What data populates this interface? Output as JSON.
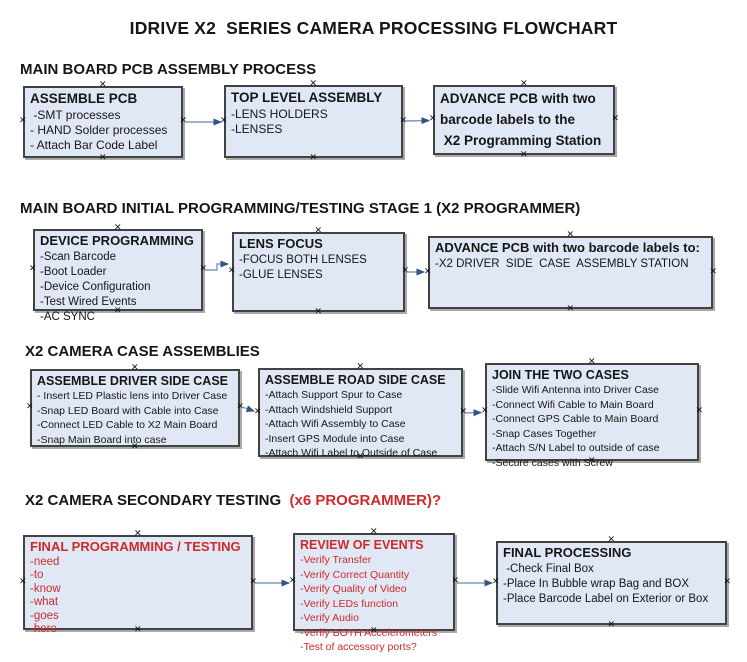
{
  "title": "IDRIVE X2  SERIES CAMERA PROCESSING FLOWCHART",
  "icons": {
    "handle": "✕"
  },
  "colors": {
    "box_fill": "#dfe8f4",
    "box_border": "#424242",
    "arrow_line": "#7e9ac0",
    "arrow_head": "#2f5580",
    "red": "#cf2a2a",
    "text": "#161616"
  },
  "sections": [
    {
      "heading": "MAIN BOARD PCB ASSEMBLY PROCESS",
      "heading_suffix": "",
      "boxes": [
        {
          "header": "ASSEMBLE PCB",
          "items": [
            " -SMT processes",
            "- HAND Solder processes",
            "- Attach Bar Code Label"
          ]
        },
        {
          "header": "TOP LEVEL ASSEMBLY",
          "items": [
            "-LENS HOLDERS",
            "-LENSES"
          ]
        },
        {
          "header": "ADVANCE PCB with two\nbarcode labels to the\n X2 Programming Station",
          "items": []
        }
      ]
    },
    {
      "heading": "MAIN BOARD INITIAL PROGRAMMING/TESTING STAGE 1 (X2 PROGRAMMER)",
      "heading_suffix": "",
      "boxes": [
        {
          "header": "DEVICE PROGRAMMING",
          "items": [
            "-Scan Barcode",
            "-Boot Loader",
            "-Device Configuration",
            "-Test Wired Events",
            "-AC SYNC"
          ]
        },
        {
          "header": "LENS FOCUS",
          "items": [
            "-FOCUS BOTH LENSES",
            "-GLUE LENSES"
          ]
        },
        {
          "header": "ADVANCE PCB with two barcode labels to:",
          "items": [
            "-X2 DRIVER  SIDE  CASE  ASSEMBLY STATION"
          ]
        }
      ]
    },
    {
      "heading": "X2 CAMERA CASE ASSEMBLIES",
      "heading_suffix": "",
      "boxes": [
        {
          "header": "ASSEMBLE DRIVER SIDE CASE",
          "items": [
            "- Insert LED Plastic lens into Driver Case",
            "-Snap LED Board with Cable into Case",
            "-Connect LED Cable to X2 Main Board",
            "-Snap Main Board into case"
          ]
        },
        {
          "header": "ASSEMBLE ROAD SIDE CASE",
          "items": [
            "-Attach Support Spur to Case",
            "-Attach Windshield Support",
            "-Attach Wifi Assembly to Case",
            "-Insert GPS Module into Case",
            "-Attach Wifi Label to Outside of Case"
          ]
        },
        {
          "header": "JOIN THE TWO CASES",
          "items": [
            "-Slide Wifi Antenna into Driver Case",
            "-Connect Wifi Cable to Main Board",
            "-Connect GPS Cable to Main Board",
            "-Snap Cases Together",
            "-Attach S/N Label to outside of case",
            "-Secure cases with Screw"
          ]
        }
      ]
    },
    {
      "heading": "X2 CAMERA SECONDARY TESTING  ",
      "heading_suffix": "(x6 PROGRAMMER)?",
      "boxes": [
        {
          "header": "FINAL PROGRAMMING / TESTING",
          "items": [
            "-need",
            "-to",
            "-know",
            "-what",
            "-goes",
            "-here"
          ]
        },
        {
          "header": "REVIEW OF EVENTS",
          "items": [
            "-Verify Transfer",
            "-Verify Correct Quantity",
            "-Verify Quality of Video",
            "-Verify LEDs function",
            "-Verify Audio",
            "-Verify BOTH Accelerometers",
            "-Test of accessory ports?"
          ]
        },
        {
          "header": "FINAL PROCESSING",
          "items": [
            " -Check Final Box",
            "-Place In Bubble wrap Bag and BOX",
            "-Place Barcode Label on Exterior or Box"
          ]
        }
      ]
    }
  ]
}
